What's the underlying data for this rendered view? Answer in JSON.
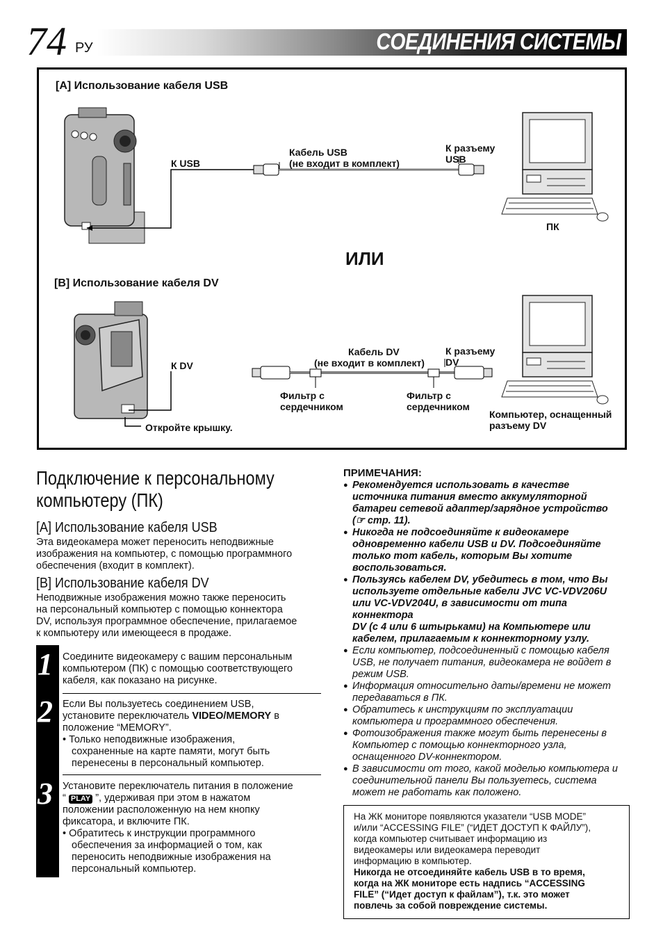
{
  "header": {
    "page_number": "74",
    "language": "РУ",
    "title": "СОЕДИНЕНИЯ СИСТЕМЫ"
  },
  "diagram": {
    "section_a": "[A] Использование кабеля USB",
    "a_to_usb": "К USB",
    "a_cable_1": "Кабель USB",
    "a_cable_2": "(не входит в комплект)",
    "a_port_1": "К разъему",
    "a_port_2": "USB",
    "a_pc": "ПК",
    "or": "ИЛИ",
    "section_b": "[B] Использование кабеля DV",
    "b_to_dv": "К DV",
    "b_cable_1": "Кабель DV",
    "b_cable_2": "(не входит в комплект)",
    "b_port_1": "К разъему",
    "b_port_2": "DV",
    "b_filter1_1": "Фильтр с",
    "b_filter1_2": "сердечником",
    "b_filter2_1": "Фильтр с",
    "b_filter2_2": "сердечником",
    "b_open_cover": "Откройте крышку.",
    "b_pc_1": "Компьютер, оснащенный",
    "b_pc_2": "разъему DV"
  },
  "left": {
    "heading_1": "Подключение к персональному",
    "heading_2": "компьютеру (ПК)",
    "sub_a": "[A] Использование кабеля USB",
    "text_a_1": "Эта видеокамера может переносить неподвижные",
    "text_a_2": "изображения на компьютер, с помощью программного",
    "text_a_3": "обеспечения (входит в комплект).",
    "sub_b": "[B] Использование кабеля DV",
    "text_b_1": "Неподвижные изображения можно также переносить",
    "text_b_2": "на персональный компьютер с помощью коннектора",
    "text_b_3": "DV, используя программное обеспечение, прилагаемое",
    "text_b_4": "к компьютеру или имеющееся в продаже.",
    "steps": [
      {
        "num": "1",
        "l1": "Соедините видеокамеру с вашим персональным",
        "l2": "компьютером (ПК) с помощью соответствующего",
        "l3": "кабеля, как показано на рисунке."
      },
      {
        "num": "2",
        "l1": "Если Вы пользуетесь соединением USB,",
        "l2a": "установите переключатель ",
        "l2b": "VIDEO/MEMORY",
        "l2c": " в",
        "l3": "положение “MEMORY”.",
        "b1": "• Только неподвижные изображения,",
        "b2": "сохраненные на карте памяти, могут быть",
        "b3": "перенесены в персональный компьютер."
      },
      {
        "num": "3",
        "l1": "Установите переключатель питания в положение",
        "l2a": "“ ",
        "badge": "PLAY",
        "l2b": " ”, удерживая при этом в нажатом",
        "l3": "положении расположенную на нем кнопку",
        "l4": "фиксатора, и включите ПК.",
        "b1": "• Обратитесь к инструкции программного",
        "b2": "обеспечения за информацией о том, как",
        "b3": "переносить неподвижные изображения на",
        "b4": "персональный компьютер."
      }
    ]
  },
  "notes": {
    "heading": "ПРИМЕЧАНИЯ:",
    "n1": [
      "Рекомендуется использовать в качестве",
      "источника питания вместо аккумуляторной",
      "батареи сетевой адаптер/зарядное устройство",
      "(☞ стр. 11)."
    ],
    "n2": [
      "Никогда не подсоединяйте к видеокамере",
      "одновременно кабели USB и DV. Подсоединяйте",
      "только тот кабель, которым Вы хотите",
      "воспользоваться."
    ],
    "n3": [
      "Пользуясь кабелем DV, убедитесь в том, что Вы",
      "используете отдельные кабели JVC VC-VDV206U",
      "или VC-VDV204U, в зависимости от типа коннектора",
      "DV (с 4 или 6 штырьками) на Компьютере или",
      "кабелем, прилагаемым к коннекторному узлу."
    ],
    "n4": [
      "Если компьютер, подсоединенный с помощью кабеля",
      "USB, не получает питания, видеокамера не войдет в",
      "режим USB."
    ],
    "n5": [
      "Информация относительно даты/времени не может",
      "передаваться в ПК."
    ],
    "n6": [
      "Обратитесь к инструкциям по эксплуатации",
      "компьютера и программного обеспечения."
    ],
    "n7": [
      "Фотоизображения также могут быть перенесены в",
      "Компьютер с помощью коннекторного узла,",
      "оснащенного DV-коннектором."
    ],
    "n8": [
      "В зависимости от того, какой моделью компьютера и",
      "соединительной панели Вы пользуетесь, система",
      "может не работать как положено."
    ]
  },
  "warning": {
    "l1": "На ЖК мониторе появляются указатели “USB MODE”",
    "l2": "и/или “ACCESSING FILE” (“ИДЕТ ДОСТУП К ФАЙЛУ”),",
    "l3": "когда компьютер считывает информацию из",
    "l4": "видеокамеры или видеокамера переводит",
    "l5": "информацию в компьютер.",
    "b1": "Никогда не отсоединяйте кабель USB в то время,",
    "b2": "когда на ЖК мониторе есть надпись “ACCESSING",
    "b3": "FILE” (“Идет доступ к файлам”), т.к. это может",
    "b4": "повлечь за собой повреждение системы."
  }
}
